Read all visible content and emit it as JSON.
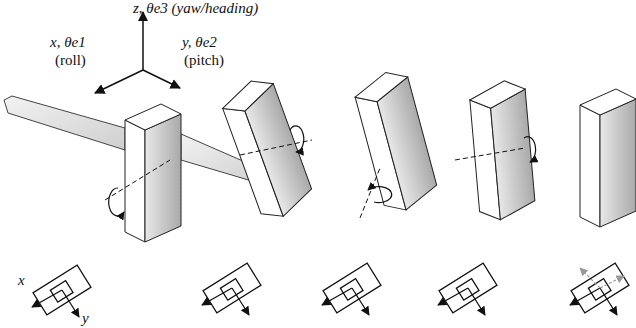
{
  "diagram": {
    "labels": [
      "z, θe3 (yaw/heading)",
      "x, θe1",
      "(roll)",
      "y, θe2",
      "(pitch)",
      "x",
      "y"
    ]
  }
}
